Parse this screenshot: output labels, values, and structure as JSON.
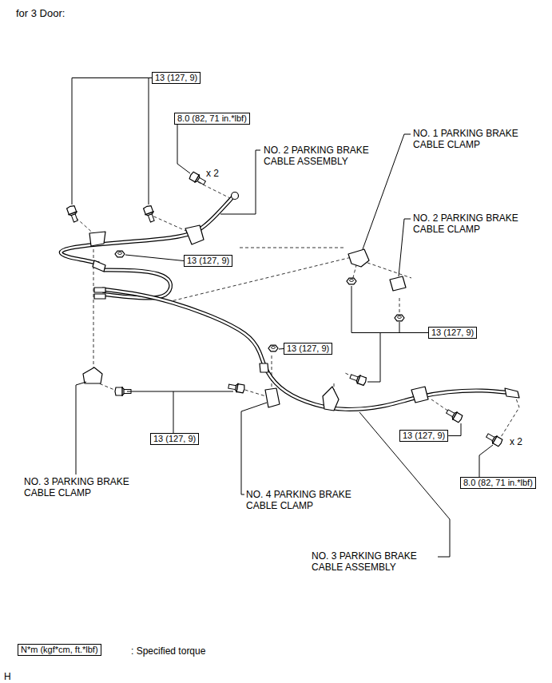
{
  "diagram": {
    "title": "for 3 Door:",
    "nodes": [
      {
        "text": [
          "13 (127, 9)"
        ]
      },
      {
        "text": [
          "8.0 (82, 71 in.*lbf)"
        ]
      },
      {
        "text": [
          "13 (127, 9)"
        ]
      },
      {
        "text": [
          "13 (127, 9)"
        ]
      },
      {
        "text": [
          "13 (127, 9)"
        ]
      },
      {
        "text": [
          "13 (127, 9)"
        ]
      },
      {
        "text": [
          "13 (127, 9)"
        ]
      },
      {
        "text": [
          "8.0 (82, 71 in.*lbf)"
        ]
      },
      {
        "text": [
          "N*m (kgf*cm, ft.*lbf)"
        ]
      }
    ],
    "labels": [
      "NO. 2 PARKING BRAKE CABLE ASSEMBLY",
      "x 2",
      "NO. 1 PARKING BRAKE CABLE CLAMP",
      "NO. 2 PARKING BRAKE CABLE CLAMP",
      "NO. 3 PARKING BRAKE CABLE CLAMP",
      "NO. 4 PARKING BRAKE CABLE CLAMP",
      "x 2",
      "NO. 3 PARKING BRAKE CABLE ASSEMBLY",
      ": Specified torque",
      "H"
    ]
  }
}
